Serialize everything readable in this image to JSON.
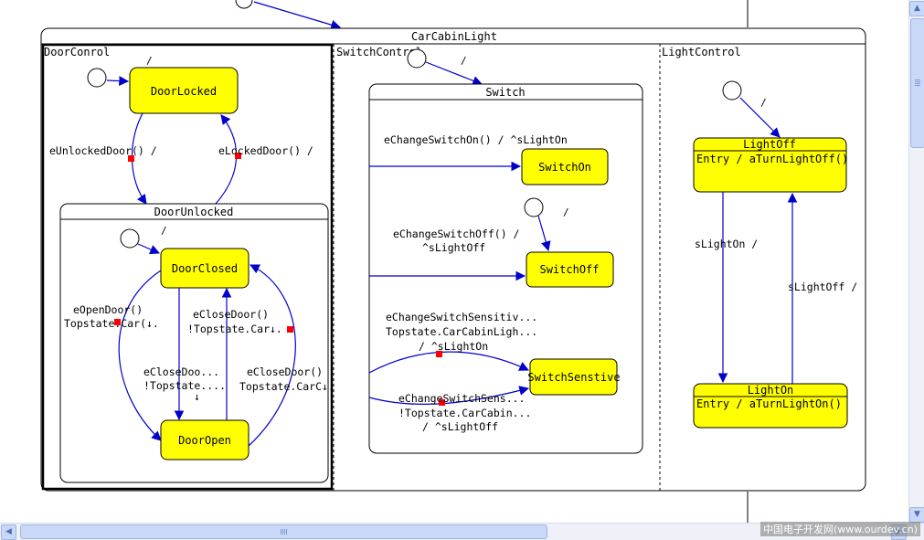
{
  "states": {
    "top": "CarCabinLight",
    "door_control": "DoorConrol",
    "switch_control": "SwitchControl",
    "light_control": "LightControl",
    "door_locked": "DoorLocked",
    "door_unlocked": "DoorUnlocked",
    "door_closed": "DoorClosed",
    "door_open": "DoorOpen",
    "switch": "Switch",
    "switch_on": "SwitchOn",
    "switch_off": "SwitchOff",
    "switch_sensitive": "SwitchSenstive",
    "light_off": "LightOff",
    "light_off_entry": "Entry /  aTurnLightOff()",
    "light_on": "LightOn",
    "light_on_entry": "Entry /  aTurnLightOn()"
  },
  "transitions": {
    "initial_slash": "/",
    "unlocked_door": "eUnlockedDoor() /",
    "locked_door": "eLockedDoor() /",
    "open_door_1": "eOpenDoor()",
    "open_door_2": "Topstate.Car(↓.",
    "close_door_short_1": "eCloseDoor()",
    "close_door_short_2": "!Topstate.Car↓.",
    "close_door_trunc_1": "eCloseDoo...",
    "close_door_trunc_2": "!Topstate....",
    "close_door_trunc_3": "↓",
    "close_door_right_1": "eCloseDoor()",
    "close_door_right_2": "Topstate.CarC↓.",
    "change_switch_on": "eChangeSwitchOn() / ^sLightOn",
    "change_switch_off_1": "eChangeSwitchOff() /",
    "change_switch_off_2": "^sLightOff",
    "change_sens_1": "eChangeSwitchSensitiv...",
    "change_sens_2": "Topstate.CarCabinLigh...",
    "change_sens_3": "/ ^sLightOn",
    "change_sens_b1": "eChangeSwitchSens...",
    "change_sens_b2": "!Topstate.CarCabin...",
    "change_sens_b3": "/ ^sLightOff",
    "s_light_on": "sLightOn /",
    "s_light_off": "sLightOff /"
  },
  "watermark": "中国电子开发网(www.ourdev.cn)",
  "colors": {
    "state_fill": "#ffff00",
    "arrow": "#0000cc",
    "guard_marker": "#ff0000"
  },
  "scrollbars": {
    "up_icon": "▲",
    "down_icon": "▼",
    "left_icon": "◀",
    "right_icon": "▶"
  }
}
